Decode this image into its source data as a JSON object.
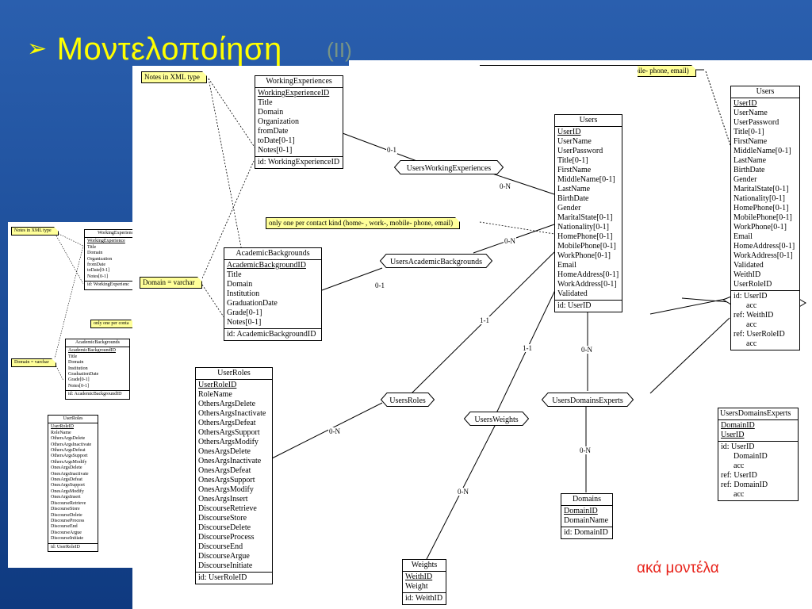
{
  "slide": {
    "bullet": "➢",
    "title": "Μοντελοποίηση",
    "title_tail": "(II)",
    "caption": "ακά μοντέλα"
  },
  "notes": {
    "xml": "Notes in XML type",
    "domain": "Domain = varchar",
    "contact": "only one per contact kind (home- , work-, mobile- phone, email)",
    "contact_back": "obile- phone, email)",
    "contact_small": "only one per conta"
  },
  "entities": {
    "working": {
      "name": "WorkingExperiences",
      "attrs": [
        "WorkingExperienceID",
        "Title",
        "Domain",
        "Organization",
        "fromDate",
        "toDate[0-1]",
        "Notes[0-1]"
      ],
      "ids": [
        "id: WorkingExperienceID"
      ]
    },
    "academic": {
      "name": "AcademicBackgrounds",
      "attrs": [
        "AcademicBackgroundID",
        "Title",
        "Domain",
        "Institution",
        "GraduationDate",
        "Grade[0-1]",
        "Notes[0-1]"
      ],
      "ids": [
        "id: AcademicBackgroundID"
      ]
    },
    "users": {
      "name": "Users",
      "attrs": [
        "UserID",
        "UserName",
        "UserPassword",
        "Title[0-1]",
        "FirstName",
        "MiddleName[0-1]",
        "LastName",
        "BirthDate",
        "Gender",
        "MaritalState[0-1]",
        "Nationality[0-1]",
        "HomePhone[0-1]",
        "MobilePhone[0-1]",
        "WorkPhone[0-1]",
        "Email",
        "HomeAddress[0-1]",
        "WorkAddress[0-1]",
        "Validated"
      ],
      "ids": [
        "id: UserID"
      ]
    },
    "roles": {
      "name": "UserRoles",
      "attrs": [
        "UserRoleID",
        "RoleName",
        "OthersArgsDelete",
        "OthersArgsInactivate",
        "OthersArgsDefeat",
        "OthersArgsSupport",
        "OthersArgsModify",
        "OnesArgsDelete",
        "OnesArgsInactivate",
        "OnesArgsDefeat",
        "OnesArgsSupport",
        "OnesArgsModify",
        "OnesArgsInsert",
        "DiscourseRetrieve",
        "DiscourseStore",
        "DiscourseDelete",
        "DiscourseProcess",
        "DiscourseEnd",
        "DiscourseArgue",
        "DiscourseInitiate"
      ],
      "ids": [
        "id: UserRoleID"
      ]
    },
    "domains": {
      "name": "Domains",
      "attrs": [
        "DomainID",
        "DomainName"
      ],
      "ids": [
        "id: DomainID"
      ]
    },
    "weights": {
      "name": "Weights",
      "attrs": [
        "WeithID",
        "Weight"
      ],
      "ids": [
        "id: WeithID"
      ]
    },
    "users_back": {
      "name": "Users",
      "attrs": [
        "UserID",
        "UserName",
        "UserPassword",
        "Title[0-1]",
        "FirstName",
        "MiddleName[0-1]",
        "LastName",
        "BirthDate",
        "Gender",
        "MaritalState[0-1]",
        "Nationality[0-1]",
        "HomePhone[0-1]",
        "MobilePhone[0-1]",
        "WorkPhone[0-1]",
        "Email",
        "HomeAddress[0-1]",
        "WorkAddress[0-1]",
        "Validated",
        "WeithID",
        "UserRoleID"
      ],
      "ids": [
        "id: UserID",
        "acc",
        "ref: WeithID",
        "acc",
        "ref: UserRoleID",
        "acc"
      ]
    },
    "ude_back": {
      "name": "UsersDomainsExperts",
      "attrs": [
        "DomainID",
        "UserID"
      ],
      "ids": [
        "id: UserID",
        "DomainID",
        "acc",
        "ref: UserID",
        "ref: DomainID",
        "acc"
      ]
    },
    "working_small": {
      "name": "WorkingExperience",
      "attrs": [
        "WorkingExperience",
        "Title",
        "Domain",
        "Organization",
        "fromDate",
        "toDate[0-1]",
        "Notes[0-1]"
      ],
      "ids": [
        "id: WorkingExperienc"
      ]
    },
    "academic_small": {
      "name": "AcademicBackgrounds",
      "attrs": [
        "AcademicBackgroundID",
        "Title",
        "Domain",
        "Institution",
        "GraduationDate",
        "Grade[0-1]",
        "Notes[0-1]"
      ],
      "ids": [
        "id: AcademicBackgroundID"
      ]
    },
    "roles_small": {
      "name": "UserRoles",
      "attrs": [
        "UserRoleID",
        "RoleName",
        "OthersArgsDelete",
        "OthersArgsInactivate",
        "OthersArgsDefeat",
        "OthersArgsSupport",
        "OthersArgsModify",
        "OnesArgsDelete",
        "OnesArgsInactivate",
        "OnesArgsDefeat",
        "OnesArgsSupport",
        "OnesArgsModify",
        "OnesArgsInsert",
        "DiscourseRetrieve",
        "DiscourseStore",
        "DiscourseDelete",
        "DiscourseProcess",
        "DiscourseEnd",
        "DiscourseArgue",
        "DiscourseInitiate"
      ],
      "ids": [
        "id: UserRoleID"
      ]
    }
  },
  "relations": {
    "working": "UsersWorkingExperiences",
    "academic": "UsersAcademicBackgrounds",
    "roles": "UsersRoles",
    "weights": "UsersWeights",
    "domains": "UsersDomainsExperts"
  },
  "cardinalities": {
    "we_left": "0-1",
    "we_right": "0-N",
    "ab_left": "0-1",
    "ab_right": "0-N",
    "roles_user": "1-1",
    "roles_role": "0-N",
    "weights_user": "1-1",
    "weights_weight": "0-N",
    "dom_user": "0-N",
    "dom_domain": "0-N"
  }
}
